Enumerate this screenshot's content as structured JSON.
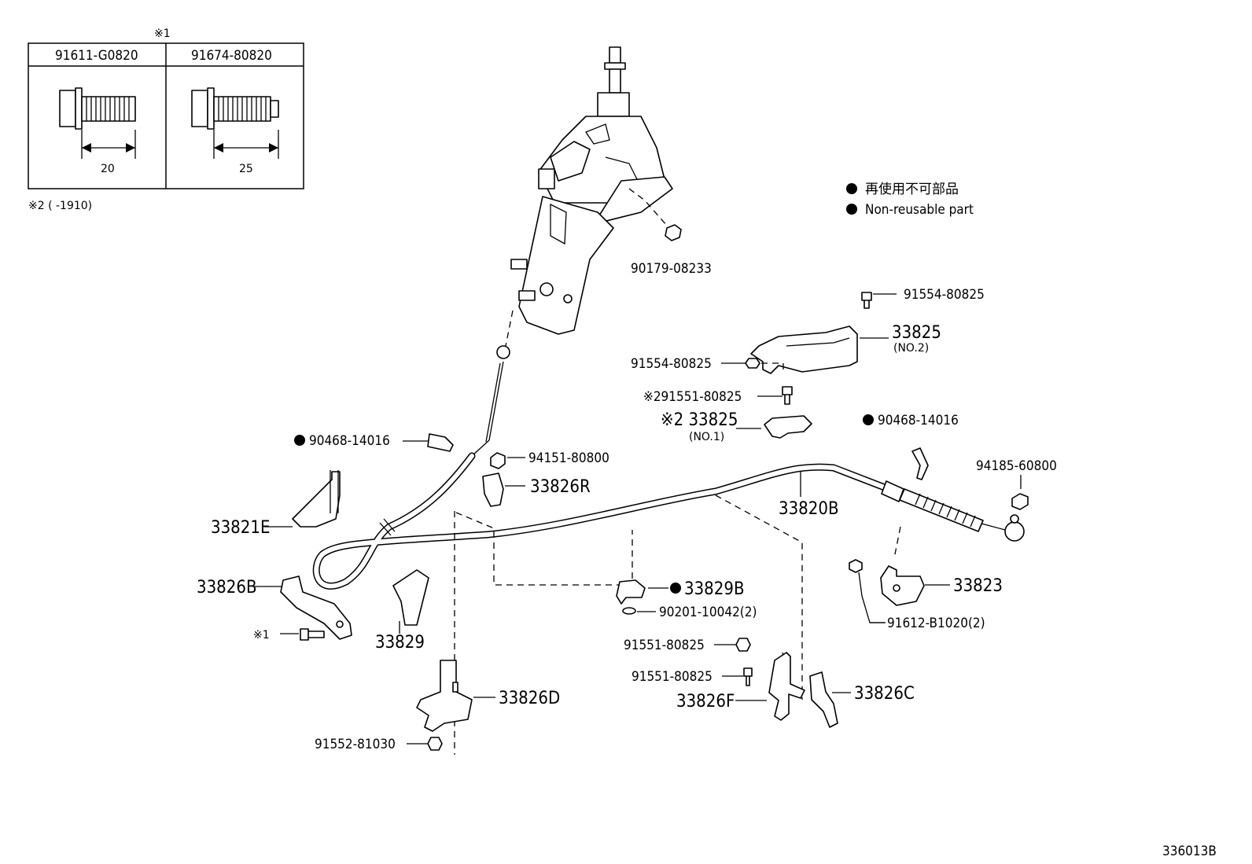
{
  "inset": {
    "marker": "※1",
    "col1_part": "91611-G0820",
    "col2_part": "91674-80820",
    "col1_length": "20",
    "col2_length": "25"
  },
  "note2": "※2 (       -1910)",
  "legend": {
    "jp": "再使用不可部品",
    "en": "Non-reusable part"
  },
  "labels": {
    "p90179": "90179-08233",
    "p91554_top": "91554-80825",
    "p33825_no2": "33825",
    "p33825_no2_sub": "(NO.2)",
    "p91554_left": "91554-80825",
    "p91551_mark2": "※291551-80825",
    "p33825_no1": "※2 33825",
    "p33825_no1_sub": "(NO.1)",
    "p90468_right": "90468-14016",
    "p94185": "94185-60800",
    "p90468_left": "90468-14016",
    "p94151": "94151-80800",
    "p33826R": "33826R",
    "p33820B": "33820B",
    "p33821E": "33821E",
    "p33823": "33823",
    "p33826B": "33826B",
    "p33829B": "33829B",
    "p90201": "90201-10042(2)",
    "p91612": "91612-B1020(2)",
    "p33829": "33829",
    "mark1": "※1",
    "p91551_a": "91551-80825",
    "p91551_b": "91551-80825",
    "p33826F": "33826F",
    "p33826C": "33826C",
    "p33826D": "33826D",
    "p91552": "91552-81030"
  },
  "figure_id": "336013B"
}
